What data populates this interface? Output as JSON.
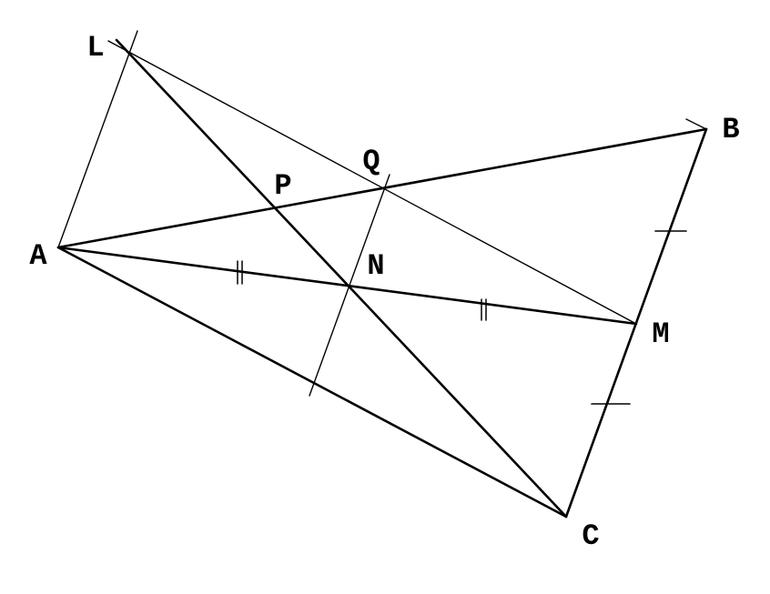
{
  "points": [
    {
      "name": "A",
      "label": "A"
    },
    {
      "name": "B",
      "label": "B"
    },
    {
      "name": "C",
      "label": "C"
    },
    {
      "name": "L",
      "label": "L"
    },
    {
      "name": "M",
      "label": "M"
    },
    {
      "name": "N",
      "label": "N"
    },
    {
      "name": "P",
      "label": "P"
    },
    {
      "name": "Q",
      "label": "Q"
    }
  ],
  "colors": {
    "stroke": "#000000",
    "background": "#ffffff"
  }
}
